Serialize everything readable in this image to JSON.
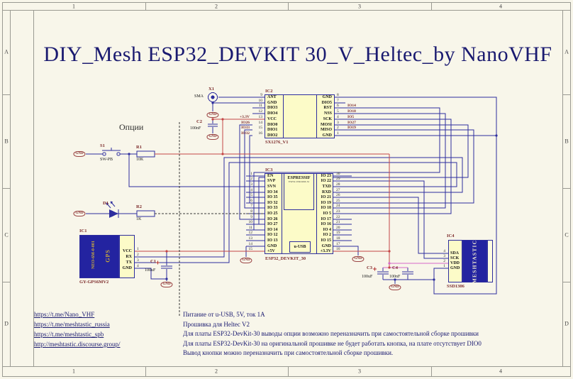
{
  "title": "DIY_Mesh ESP32_DEVKIT 30_V_Heltec_by NanoVHF",
  "options_label": "Опции",
  "frame": {
    "cols": [
      "1",
      "2",
      "3",
      "4"
    ],
    "rows": [
      "A",
      "B",
      "C",
      "D"
    ]
  },
  "colors": {
    "background": "#f8f6ea",
    "wire_blue": "#2e2e9e",
    "power_red": "#c44545",
    "vdd_pink": "#d668c8",
    "ic_fill": "#fcfbc8",
    "module_blue": "#2323a0",
    "ground_maroon": "#8b3535",
    "title_navy": "#1a1a70"
  },
  "ic2": {
    "ref": "IC2",
    "name": "SX1276_V1",
    "left_pins": [
      {
        "num": "9",
        "name": "ANT"
      },
      {
        "num": "10",
        "name": "GND"
      },
      {
        "num": "11",
        "name": "DIO3"
      },
      {
        "num": "12",
        "name": "DIO4"
      },
      {
        "num": "13",
        "name": "VCC",
        "net": "+3.3V"
      },
      {
        "num": "14",
        "name": "DIO0",
        "net": "IO26"
      },
      {
        "num": "15",
        "name": "DIO1",
        "net": "IO33"
      },
      {
        "num": "16",
        "name": "DIO2",
        "net": "IO32"
      }
    ],
    "right_pins": [
      {
        "num": "8",
        "name": "GND"
      },
      {
        "num": "7",
        "name": "DIO5"
      },
      {
        "num": "6",
        "name": "RST",
        "net": "IO14"
      },
      {
        "num": "5",
        "name": "NSS",
        "net": "IO18"
      },
      {
        "num": "4",
        "name": "SCK",
        "net": "IO5"
      },
      {
        "num": "3",
        "name": "MOSI",
        "net": "IO27"
      },
      {
        "num": "2",
        "name": "MISO",
        "net": "IO19"
      },
      {
        "num": "1",
        "name": "GND"
      }
    ]
  },
  "ic3": {
    "ref": "IC3",
    "name": "ESP32_DEVKIT_30",
    "chip": "ESPRESSIF",
    "chip_sub": "ESP32-WROOM-32",
    "usb": "u-USB",
    "left_pins": [
      {
        "num": "1",
        "name": "EN"
      },
      {
        "num": "2",
        "name": "SVP"
      },
      {
        "num": "3",
        "name": "SVN"
      },
      {
        "num": "4",
        "name": "IO 34"
      },
      {
        "num": "5",
        "name": "IO 35"
      },
      {
        "num": "6",
        "name": "IO 32"
      },
      {
        "num": "7",
        "name": "IO 33"
      },
      {
        "num": "8",
        "name": "IO 25"
      },
      {
        "num": "9",
        "name": "IO 26"
      },
      {
        "num": "10",
        "name": "IO 27"
      },
      {
        "num": "11",
        "name": "IO 14"
      },
      {
        "num": "12",
        "name": "IO 12"
      },
      {
        "num": "13",
        "name": "IO 13"
      },
      {
        "num": "14",
        "name": "GND"
      },
      {
        "num": "15",
        "name": "+5V"
      }
    ],
    "right_pins": [
      {
        "num": "30",
        "name": "IO 23"
      },
      {
        "num": "29",
        "name": "IO 22"
      },
      {
        "num": "28",
        "name": "TXD"
      },
      {
        "num": "27",
        "name": "RXD"
      },
      {
        "num": "26",
        "name": "IO 21"
      },
      {
        "num": "25",
        "name": "IO 19"
      },
      {
        "num": "24",
        "name": "IO 18"
      },
      {
        "num": "23",
        "name": "IO 5"
      },
      {
        "num": "22",
        "name": "IO 17"
      },
      {
        "num": "21",
        "name": "IO 16"
      },
      {
        "num": "20",
        "name": "IO 4"
      },
      {
        "num": "19",
        "name": "IO 2"
      },
      {
        "num": "18",
        "name": "IO 15"
      },
      {
        "num": "17",
        "name": "GND"
      },
      {
        "num": "16",
        "name": "+3.3V"
      }
    ]
  },
  "ic1": {
    "ref": "IC1",
    "name": "GY-GPS6MV2",
    "module_line1": "NEO-6M-0-001",
    "module_line2": "GPS",
    "pins": [
      {
        "num": "1",
        "name": "VCC"
      },
      {
        "num": "2",
        "name": "RX"
      },
      {
        "num": "3",
        "name": "TX"
      },
      {
        "num": "4",
        "name": "GND"
      }
    ]
  },
  "ic4": {
    "ref": "IC4",
    "name": "SSD1306",
    "module": "MESHTASTIC",
    "pins": [
      {
        "num": "4",
        "name": "SDA"
      },
      {
        "num": "3",
        "name": "SCK"
      },
      {
        "num": "2",
        "name": "VDD"
      },
      {
        "num": "1",
        "name": "GND"
      }
    ]
  },
  "components": {
    "gnd": "GND",
    "x1": {
      "ref": "X1",
      "value": "SMA"
    },
    "s1": {
      "ref": "S1",
      "value": "SW-PB"
    },
    "r1": {
      "ref": "R1",
      "value": "10K"
    },
    "r2": {
      "ref": "R2",
      "value": "1K"
    },
    "d1": {
      "ref": "D1"
    },
    "c1": {
      "ref": "C1",
      "value": "100uF"
    },
    "c2": {
      "ref": "C2",
      "value": "100nF"
    },
    "c3": {
      "ref": "C3",
      "value": "100uF"
    },
    "c4": {
      "ref": "C4",
      "value": "100nF"
    }
  },
  "links": [
    "https://t.me/Nano_VHF",
    "https://t.me/meshtastic_russia",
    "https://t.me/meshtastic_spb",
    "http://meshtastic.discourse.group/"
  ],
  "notes": [
    "Питание от u-USB, 5V, ток 1А",
    "Прошивка для Heltec V2",
    "Для платы ESP32-DevKit-30 выводы опции возможно переназначить при самостоятельной сборке прошивки",
    "Для платы ESP32-DevKit-30 на оригинальной прошивке не будет работать кнопка, на плате отсутствует DIO0",
    "Вывод кнопки можно переназначить при самостоятельной сборке прошивки."
  ]
}
